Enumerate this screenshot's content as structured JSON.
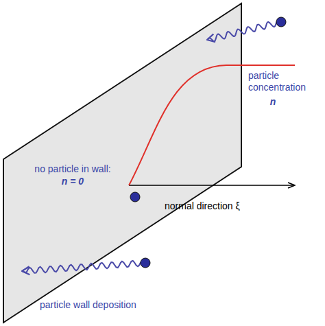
{
  "diagram": {
    "labels": [
      "particle concentration",
      "n",
      "no particle in wall:",
      "n = 0",
      "normal direction ξ",
      "particle wall deposition"
    ]
  }
}
